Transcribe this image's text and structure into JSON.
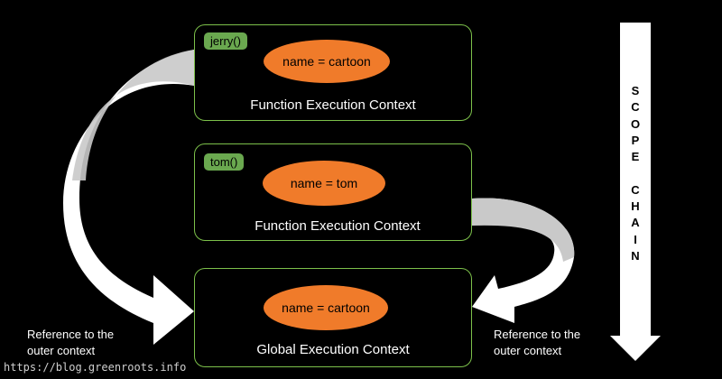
{
  "contexts": {
    "jerry": {
      "function_tag": "jerry()",
      "variable": "name = cartoon",
      "label": "Function Execution Context"
    },
    "tom": {
      "function_tag": "tom()",
      "variable": "name = tom",
      "label": "Function Execution Context"
    },
    "global": {
      "variable": "name = cartoon",
      "label": "Global Execution Context"
    }
  },
  "references": {
    "left": "Reference to the\nouter context",
    "right": "Reference to the\nouter context"
  },
  "scope_chain": {
    "letters": [
      "S",
      "C",
      "O",
      "P",
      "E",
      "",
      "C",
      "H",
      "A",
      "I",
      "N"
    ]
  },
  "watermark": "https://blog.greenroots.info",
  "colors": {
    "background": "#000000",
    "box_border": "#7cc04a",
    "tag_fill": "#6aa84f",
    "oval_fill": "#f07b2a",
    "arrow_fill": "#ffffff",
    "arrow_shade": "#c9c9c9"
  }
}
